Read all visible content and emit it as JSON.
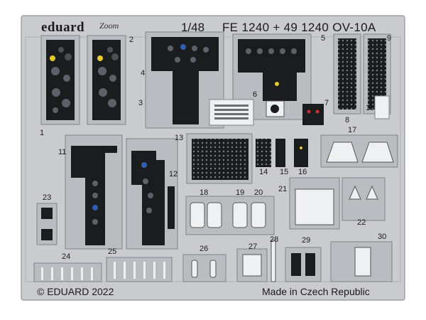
{
  "header": {
    "brand": "eduard",
    "zoom_word": "Zoom",
    "scale": "1/48",
    "product_code": "FE 1240 + 49 1240 OV-10A"
  },
  "footer": {
    "copyright": "© EDUARD 2022",
    "origin": "Made in Czech Republic"
  },
  "part_numbers": [
    "1",
    "2",
    "3",
    "4",
    "5",
    "6",
    "7",
    "8",
    "9",
    "10",
    "11",
    "12",
    "13",
    "14",
    "15",
    "16",
    "17",
    "18",
    "19",
    "20",
    "21",
    "22",
    "23",
    "24",
    "25",
    "26",
    "27",
    "28",
    "29",
    "30"
  ],
  "colors": {
    "fret": "#c9cbcf",
    "fret_edge": "#8f9297",
    "panel": "#1b1c1e",
    "accent_yellow": "#e7c92c",
    "accent_red": "#c8322e",
    "accent_blue": "#2f5fb0"
  }
}
